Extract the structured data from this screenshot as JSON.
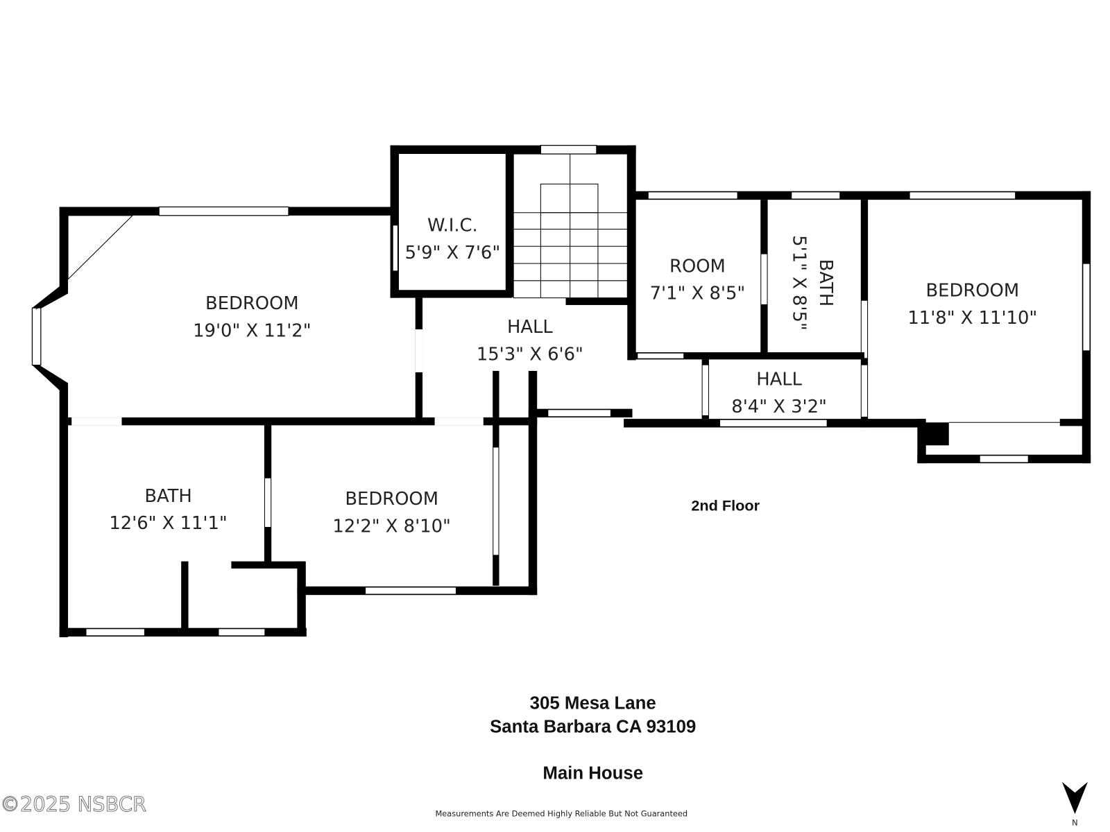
{
  "rooms": [
    {
      "name": "BEDROOM",
      "size": "19'0\" X 11'2\""
    },
    {
      "name": "W.I.C.",
      "size": "5'9\" X 7'6\""
    },
    {
      "name": "HALL",
      "size": "15'3\" X 6'6\""
    },
    {
      "name": "ROOM",
      "size": "7'1\" X 8'5\""
    },
    {
      "name": "BATH",
      "size": "5'1\" X 8'5\""
    },
    {
      "name": "BEDROOM",
      "size": "11'8\" X 11'10\""
    },
    {
      "name": "HALL",
      "size": "8'4\" X 3'2\""
    },
    {
      "name": "BATH",
      "size": "12'6\" X 11'1\""
    },
    {
      "name": "BEDROOM",
      "size": "12'2\" X 8'10\""
    }
  ],
  "floor_label": "2nd Floor",
  "address_line1": "305 Mesa Lane",
  "address_line2": "Santa Barbara CA 93109",
  "building": "Main House",
  "disclaimer": "Measurements Are Deemed Highly Reliable But Not Guaranteed",
  "watermark": "©2025 NSBCR",
  "compass": "N"
}
